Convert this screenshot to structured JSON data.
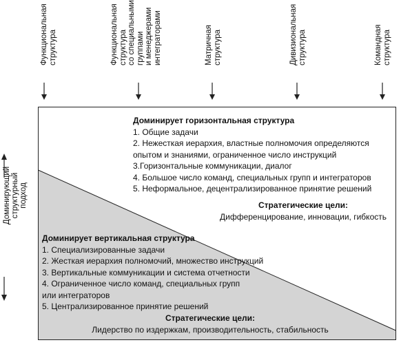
{
  "top_labels": [
    [
      "Функциональная",
      "структура"
    ],
    [
      "Функциональная",
      "структура",
      "со специальными",
      "группами",
      "и менеджерами",
      "интеграторами"
    ],
    [
      "Матричная",
      "структура"
    ],
    [
      "Дивизиональная",
      "структура"
    ],
    [
      "Командная",
      "структура"
    ]
  ],
  "side_label": [
    "Доминирующий",
    "структурный",
    "подход"
  ],
  "horizontal": {
    "title": "Доминирует горизонтальная структура",
    "items": [
      "1. Общие задачи",
      "2. Нежесткая иерархия, властные полномочия определяются",
      "опытом и знаниями, ограниченное число инструкций",
      "3.Горизонтальные коммуникации, диалог",
      "4. Большое число команд, специальных групп и интеграторов",
      "5. Неформальное, децентрализированное принятие решений"
    ],
    "goals_title": "Стратегические цели:",
    "goals_text": "Дифференцирование, инновации, гибкость"
  },
  "vertical": {
    "title": "Доминирует вертикальная структура",
    "items": [
      "1. Специализированные задачи",
      "2. Жесткая иерархия полномочий, множество инструкций",
      "3. Вертикальные коммуникации и система отчетности",
      "4. Ограниченное число команд, специальных групп",
      "или интеграторов",
      "5. Централизированное принятие решений"
    ],
    "goals_title": "Стратегические цели:",
    "goals_text": "Лидерство по издержкам, производительность, стабильность"
  },
  "colors": {
    "shaded": "#d4d4d4",
    "line": "#222222"
  }
}
